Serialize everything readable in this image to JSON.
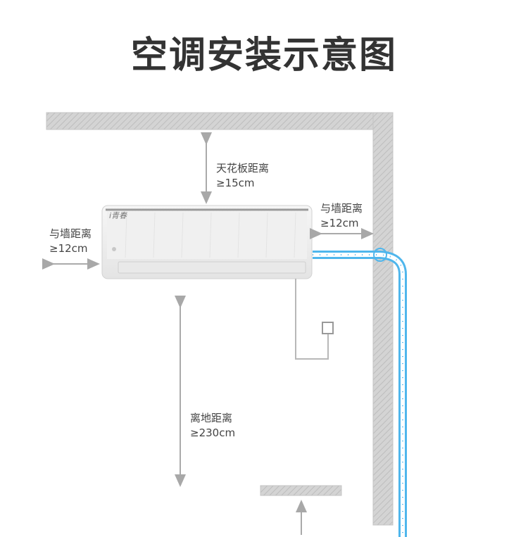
{
  "title": "空调安装示意图",
  "brand": "i青春",
  "labels": {
    "ceiling": {
      "name": "天花板距离",
      "value": "≥15cm"
    },
    "wall_right": {
      "name": "与墙距离",
      "value": "≥12cm"
    },
    "wall_left": {
      "name": "与墙距离",
      "value": "≥12cm"
    },
    "floor": {
      "name": "离地距离",
      "value": "≥230cm"
    }
  },
  "colors": {
    "wall": "#cccccc",
    "arrow": "#aaaaaa",
    "pipe": "#4fb6ec",
    "text": "#444444"
  }
}
